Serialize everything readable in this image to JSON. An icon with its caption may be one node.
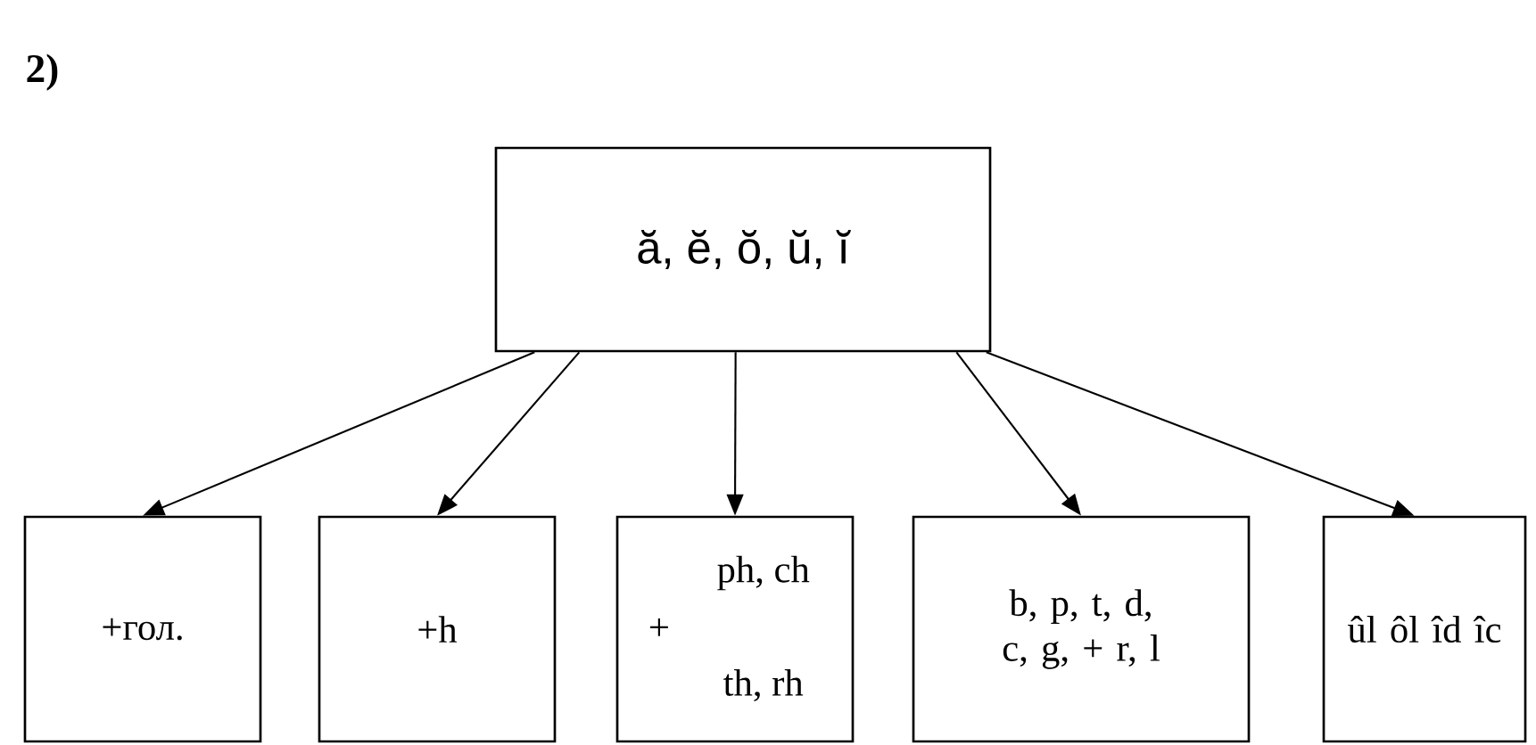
{
  "diagram": {
    "nodes": [
      {
        "text": [
          "ă, ĕ, ŏ, ŭ, ĭ"
        ]
      },
      {
        "text": [
          "+гол."
        ]
      },
      {
        "text": [
          "+h"
        ]
      },
      {
        "text": [
          "+",
          "ph, ch",
          "th, rh"
        ]
      },
      {
        "text": [
          "b, p, t, d, c, g, + r, l"
        ]
      },
      {
        "text": [
          "ûl ôl îd îc"
        ]
      }
    ],
    "edges": [
      {
        "from": 0,
        "to": 1,
        "arrow": "to"
      },
      {
        "from": 0,
        "to": 2,
        "arrow": "to"
      },
      {
        "from": 0,
        "to": 3,
        "arrow": "to"
      },
      {
        "from": 0,
        "to": 4,
        "arrow": "to"
      },
      {
        "from": 0,
        "to": 5,
        "arrow": "to"
      }
    ],
    "labels": [
      "2)"
    ]
  }
}
